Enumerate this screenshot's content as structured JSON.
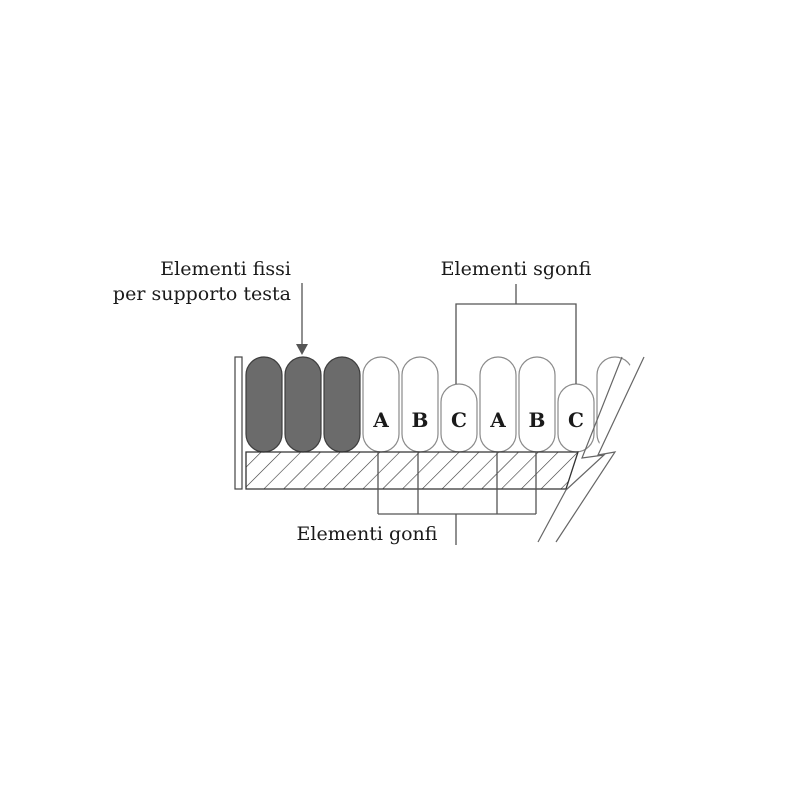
{
  "labels": {
    "fixed_line1": "Elementi fissi",
    "fixed_line2": "per supporto testa",
    "deflated": "Elementi sgonfi",
    "inflated": "Elementi gonfi"
  },
  "cells": [
    {
      "letter": "",
      "state": "fixed"
    },
    {
      "letter": "",
      "state": "fixed"
    },
    {
      "letter": "",
      "state": "fixed"
    },
    {
      "letter": "A",
      "state": "inflated"
    },
    {
      "letter": "B",
      "state": "inflated"
    },
    {
      "letter": "C",
      "state": "deflated"
    },
    {
      "letter": "A",
      "state": "inflated"
    },
    {
      "letter": "B",
      "state": "inflated"
    },
    {
      "letter": "C",
      "state": "deflated"
    },
    {
      "letter": "",
      "state": "partial"
    }
  ],
  "colors": {
    "fixed_fill": "#6b6b6b",
    "cell_stroke": "#8a8a8a",
    "line": "#555555",
    "text": "#1a1a1a"
  }
}
